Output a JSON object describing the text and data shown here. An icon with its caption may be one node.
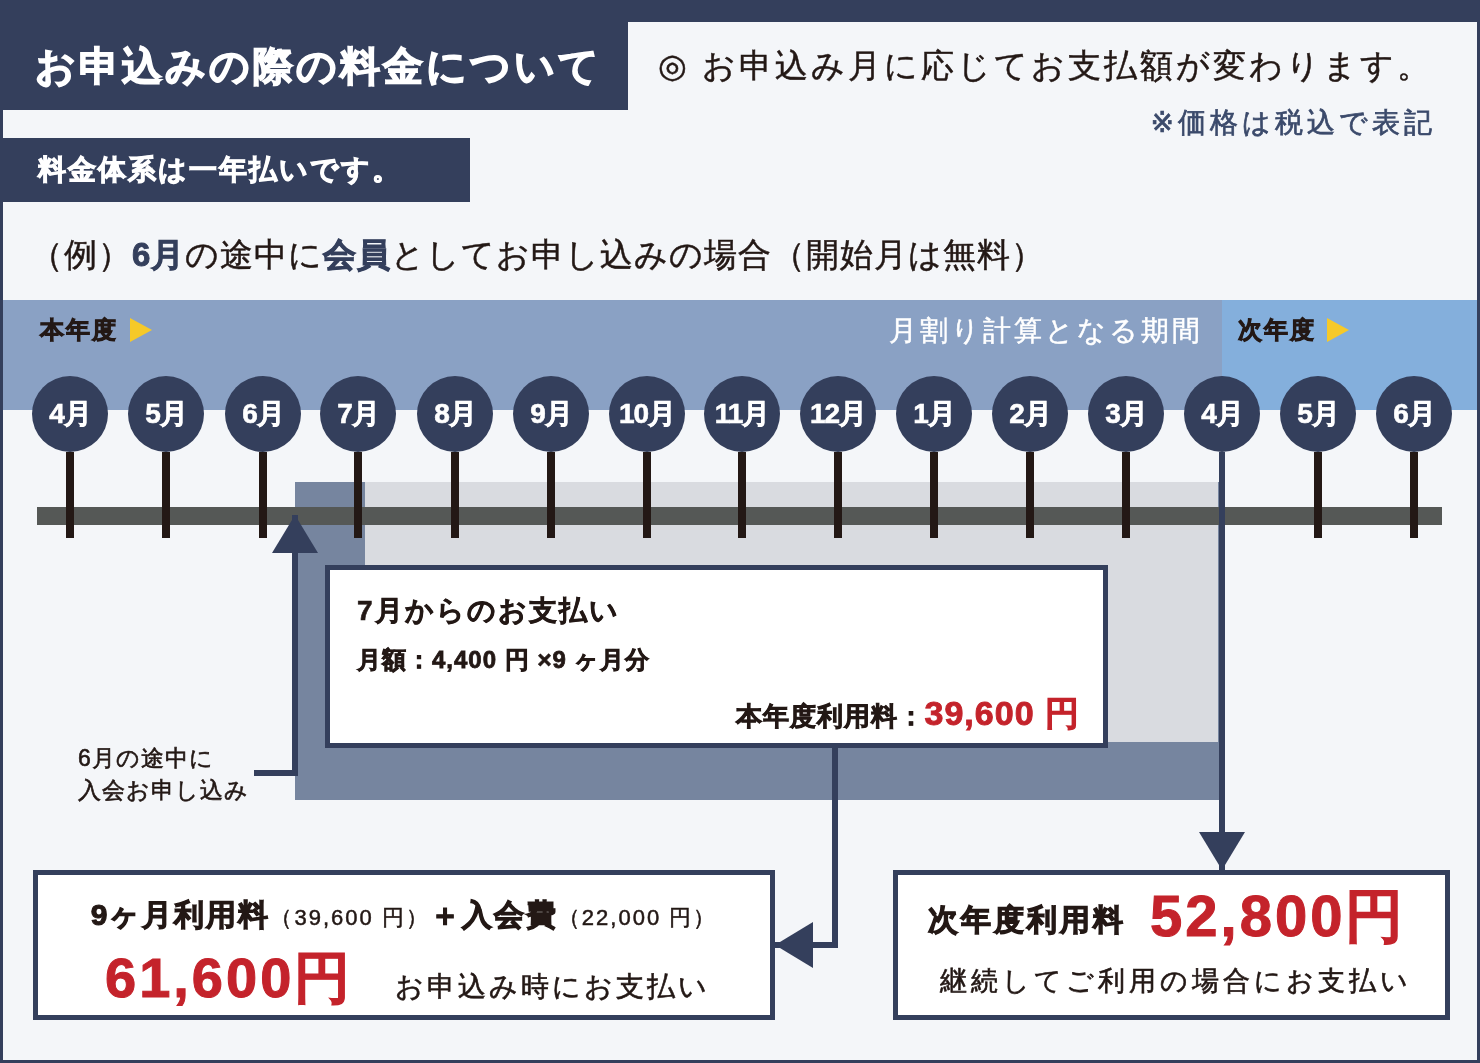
{
  "diagram": {
    "title": "お申込みの際の料金について",
    "nodes": [
      {
        "text": [
          "料金体系は一年払いです。"
        ]
      },
      {
        "text": [
          "本年度",
          "月割り計算となる期間"
        ]
      },
      {
        "text": [
          "次年度"
        ]
      },
      {
        "text": [
          "4月"
        ]
      },
      {
        "text": [
          "5月"
        ]
      },
      {
        "text": [
          "6月"
        ]
      },
      {
        "text": [
          "7月"
        ]
      },
      {
        "text": [
          "8月"
        ]
      },
      {
        "text": [
          "9月"
        ]
      },
      {
        "text": [
          "10月"
        ]
      },
      {
        "text": [
          "11月"
        ]
      },
      {
        "text": [
          "12月"
        ]
      },
      {
        "text": [
          "1月"
        ]
      },
      {
        "text": [
          "2月"
        ]
      },
      {
        "text": [
          "3月"
        ]
      },
      {
        "text": [
          "4月"
        ]
      },
      {
        "text": [
          "5月"
        ]
      },
      {
        "text": [
          "6月"
        ]
      },
      {
        "text": [
          "7月からのお支払い",
          "月額：4,400 円 ×9 ヶ月分",
          "本年度利用料：**39,600 円**"
        ]
      },
      {
        "text": [
          "6月の途中に入会お申し込み"
        ]
      },
      {
        "text": [
          "**9ヶ月利用料**（39,600 円）**＋入会費**（22,000 円）",
          "61,600円",
          "お申込み時にお支払い"
        ]
      },
      {
        "text": [
          "次年度利用料",
          "52,800円",
          "継続してご利用の場合にお支払い"
        ]
      }
    ],
    "edges": [
      {
        "from": 19,
        "to": null,
        "arrow": "to"
      },
      {
        "from": 18,
        "to": 20,
        "arrow": "to"
      },
      {
        "from": 15,
        "to": 21,
        "arrow": "to"
      }
    ],
    "labels": [
      "◎ お申込み月に応じてお支払額が変わります。",
      "※価格は税込で表記",
      "（例）**6月**の途中に**会員**としてお申し込みの場合（開始月は無料）"
    ]
  }
}
